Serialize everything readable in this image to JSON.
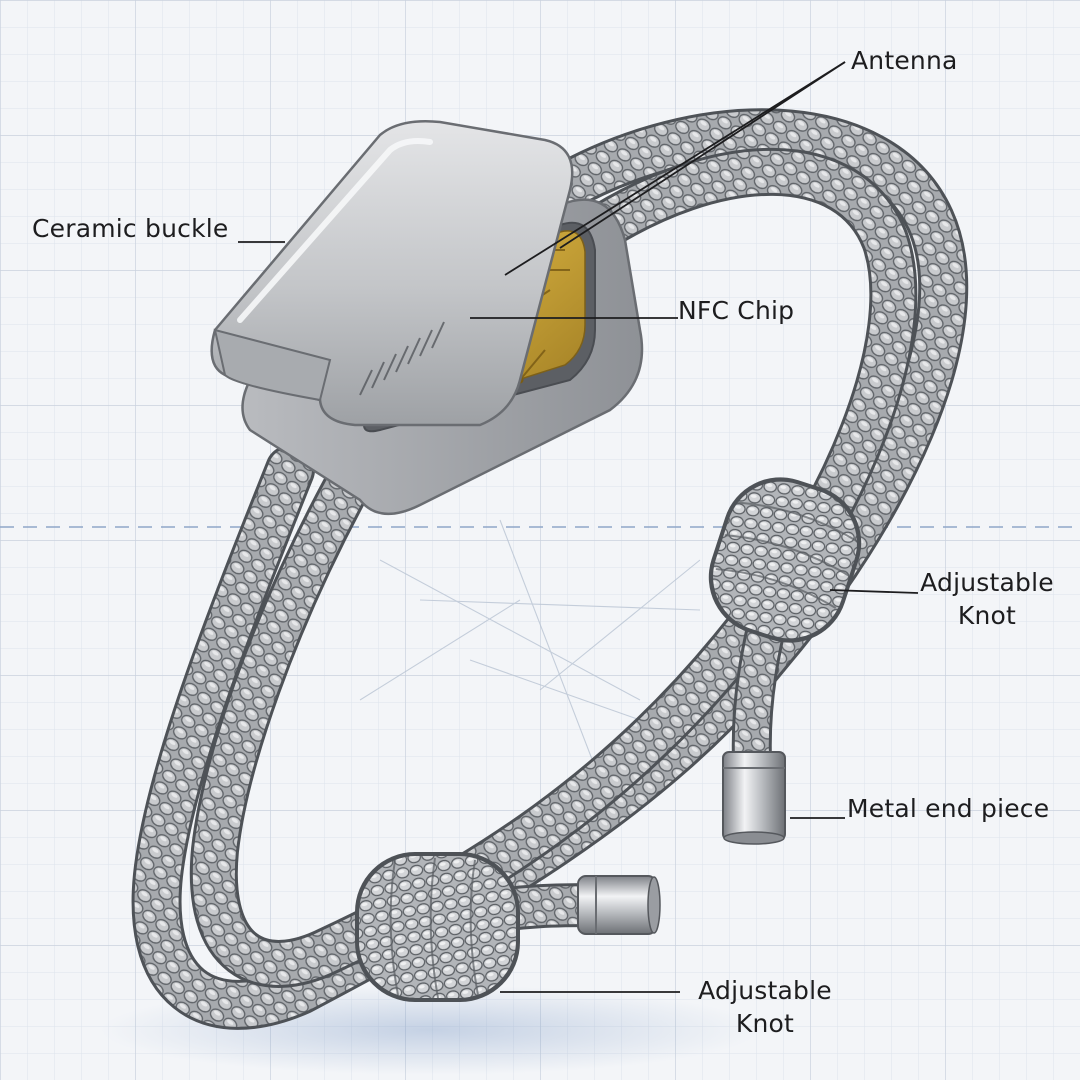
{
  "labels": {
    "antenna": "Antenna",
    "ceramic_buckle": "Ceramic buckle",
    "nfc_chip": "NFC Chip",
    "adjustable_knot_right": [
      "Adjustable",
      "Knot"
    ],
    "metal_end_piece": "Metal end piece",
    "adjustable_knot_bottom": [
      "Adjustable",
      "Knot"
    ]
  },
  "colors": {
    "grid_minor": "#dde3ec",
    "grid_major": "#c9d2de",
    "guide_dashed": "#8fa6c8",
    "cord": "#a7aaae",
    "cord_dark": "#6e7277",
    "cord_light": "#d9dbde",
    "buckle": "#c6c8cb",
    "chip_gold": "#c8a540",
    "leader": "#1d1d1f"
  }
}
